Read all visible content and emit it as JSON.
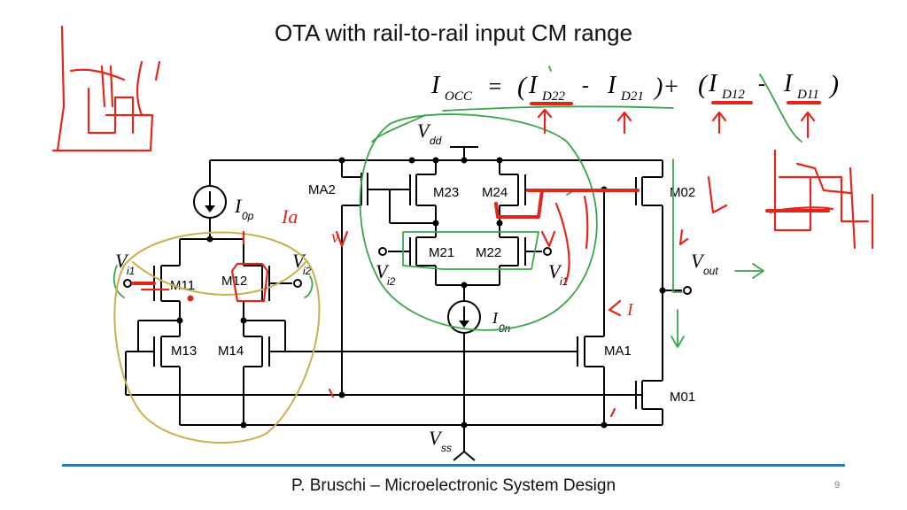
{
  "slide": {
    "title": "OTA with rail-to-rail  input CM range",
    "footer": "P. Bruschi – Microelectronic System Design",
    "page_number": "9"
  },
  "equation": {
    "lhs": "I",
    "lhs_sub": "OCC",
    "equals": "=",
    "open1": "(",
    "t1": "I",
    "t1_sub": "D22",
    "minus1": "-",
    "t2": "I",
    "t2_sub": "D21",
    "close_plus": ")+",
    "open2": "(",
    "t3": "I",
    "t3_sub": "D12",
    "minus2": "-",
    "t4": "I",
    "t4_sub": "D11",
    "close2": ")"
  },
  "labels": {
    "vdd": "V",
    "vdd_sub": "dd",
    "vss": "V",
    "vss_sub": "ss",
    "vout": "V",
    "vout_sub": "out",
    "i0p": "I",
    "i0p_sub": "0p",
    "i0n": "I",
    "i0n_sub": "0n",
    "vi1_left": "V",
    "vi1_left_sub": "i1",
    "vi2_left": "V",
    "vi2_left_sub": "i2",
    "vi2_right": "V",
    "vi2_right_sub": "i2",
    "vi1_right": "V",
    "vi1_right_sub": "i1"
  },
  "transistors": {
    "m11": "M11",
    "m12": "M12",
    "m13": "M13",
    "m14": "M14",
    "m21": "M21",
    "m22": "M22",
    "m23": "M23",
    "m24": "M24",
    "ma1": "MA1",
    "ma2": "MA2",
    "m01": "M01",
    "m02": "M02"
  },
  "annotations": {
    "ia_note": "Ia",
    "arrow_v": "v",
    "i_note": "I"
  },
  "colors": {
    "accent_rule": "#2a7ab8",
    "ink_red": "#e1261c",
    "ink_green": "#3aa64a",
    "ink_yellow": "#c9b04a"
  }
}
